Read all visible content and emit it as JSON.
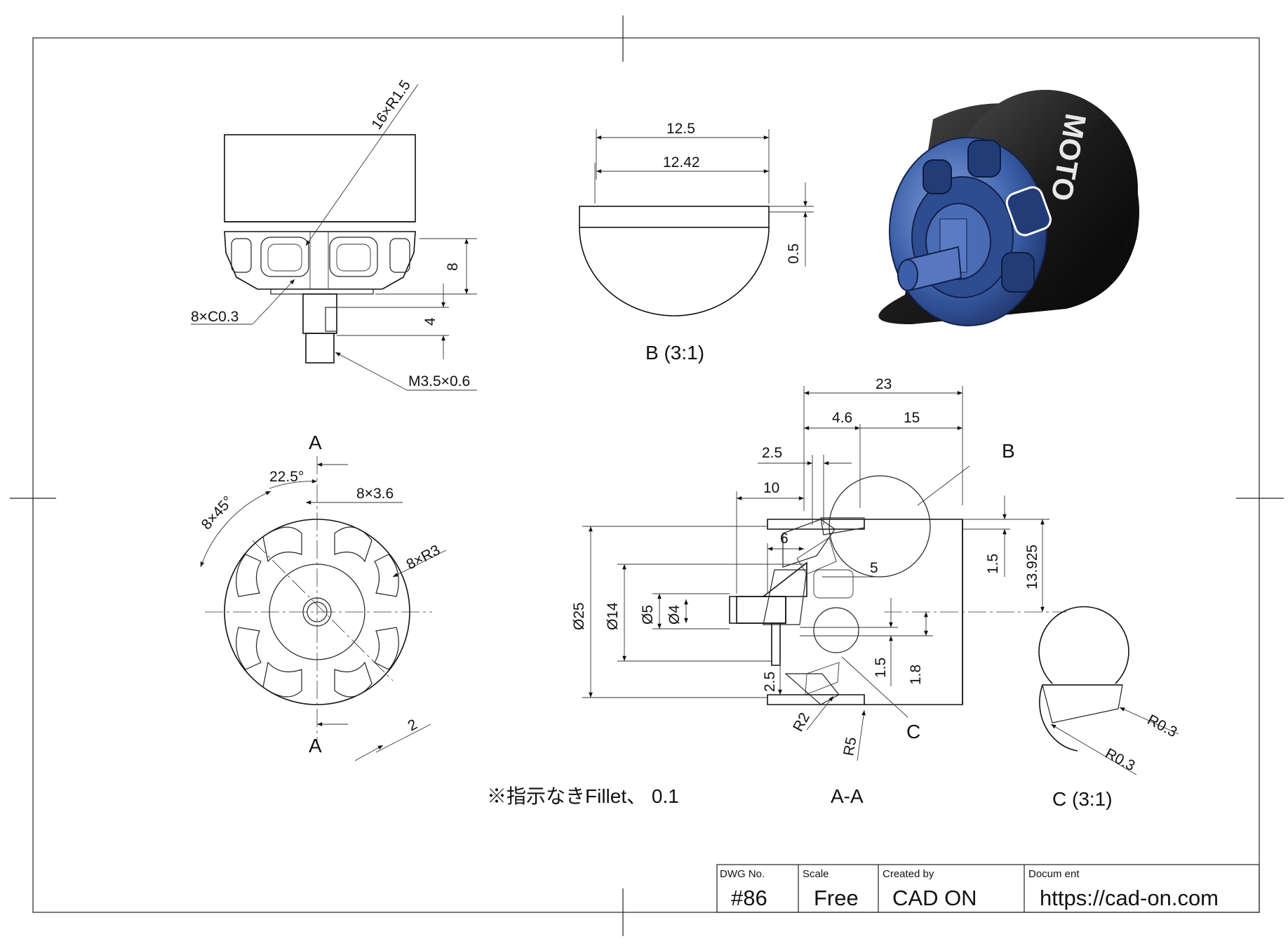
{
  "dimensions": {
    "top_view": {
      "fillet": "16×R1.5",
      "chamfer": "8×C0.3",
      "height": "8",
      "shaft_len": "4",
      "thread": "M3.5×0.6"
    },
    "detail_b": {
      "w1": "12.5",
      "w2": "12.42",
      "t": "0.5",
      "label": "B (3:1)"
    },
    "front_view": {
      "section_letter_top": "A",
      "section_letter_bottom": "A",
      "angle_small": "22.5°",
      "angle_pattern": "8×45°",
      "slot": "8×3.6",
      "radius": "8×R3",
      "width": "2"
    },
    "section": {
      "label": "A-A",
      "d23": "23",
      "d4_6": "4.6",
      "d15": "15",
      "d2_5_top": "2.5",
      "d10": "10",
      "d6": "6",
      "d5": "5",
      "dia25": "Ø25",
      "dia14": "Ø14",
      "dia5": "Ø5",
      "dia4": "Ø4",
      "d2_5_bottom": "2.5",
      "d1_5": "1.5",
      "d1_8": "1.8",
      "d1_5_right": "1.5",
      "d13_925": "13.925",
      "r2": "R2",
      "r5": "R5",
      "detail_b_letter": "B",
      "detail_c_letter": "C"
    },
    "detail_c": {
      "r1": "R0.3",
      "r2": "R0.3",
      "label": "C (3:1)"
    }
  },
  "note": "※指示なきFillet、 0.1",
  "render": {
    "brand_text": "MOTO"
  },
  "title_block": {
    "dwg_no_label": "DWG No.",
    "dwg_no": "#86",
    "scale_label": "Scale",
    "scale": "Free",
    "created_by_label": "Created by",
    "created_by": "CAD ON",
    "document_label": "Docum ent",
    "document": "https://cad-on.com"
  },
  "colors": {
    "motor_body": "#1a1a1a",
    "motor_blue": "#3a5ea8",
    "line": "#222222"
  }
}
